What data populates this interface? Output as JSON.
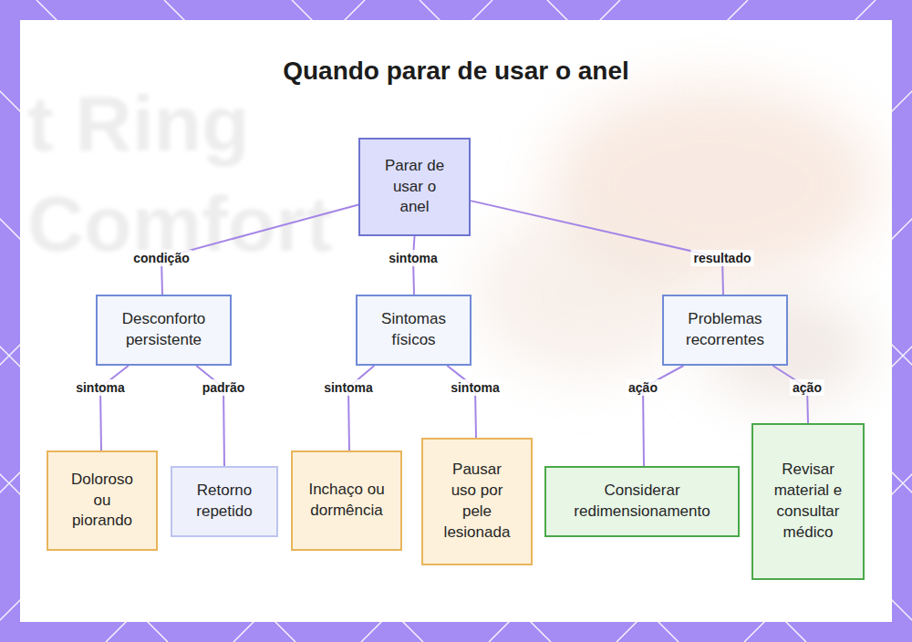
{
  "diagram": {
    "title": "Quando parar de usar o anel",
    "nodes": [
      {
        "text": [
          "Parar de usar o anel"
        ]
      },
      {
        "text": [
          "Desconforto persistente"
        ]
      },
      {
        "text": [
          "Sintomas físicos"
        ]
      },
      {
        "text": [
          "Problemas recorrentes"
        ]
      },
      {
        "text": [
          "Doloroso ou piorando"
        ]
      },
      {
        "text": [
          "Retorno repetido"
        ]
      },
      {
        "text": [
          "Inchaço ou dormência"
        ]
      },
      {
        "text": [
          "Pausar uso por pele lesionada"
        ]
      },
      {
        "text": [
          "Considerar redimensionamento"
        ]
      },
      {
        "text": [
          "Revisar material e consultar médico"
        ]
      }
    ],
    "edges": [
      {
        "from": 0,
        "to": 1,
        "label": "condição",
        "arrow": "none"
      },
      {
        "from": 0,
        "to": 2,
        "label": "sintoma",
        "arrow": "none"
      },
      {
        "from": 0,
        "to": 3,
        "label": "resultado",
        "arrow": "none"
      },
      {
        "from": 1,
        "to": 4,
        "label": "sintoma",
        "arrow": "none"
      },
      {
        "from": 1,
        "to": 5,
        "label": "padrão",
        "arrow": "none"
      },
      {
        "from": 2,
        "to": 6,
        "label": "sintoma",
        "arrow": "none"
      },
      {
        "from": 2,
        "to": 7,
        "label": "sintoma",
        "arrow": "none"
      },
      {
        "from": 3,
        "to": 8,
        "label": "ação",
        "arrow": "none"
      },
      {
        "from": 3,
        "to": 9,
        "label": "ação",
        "arrow": "none"
      }
    ],
    "labels": [
      "t Ring",
      "Comfort"
    ]
  }
}
